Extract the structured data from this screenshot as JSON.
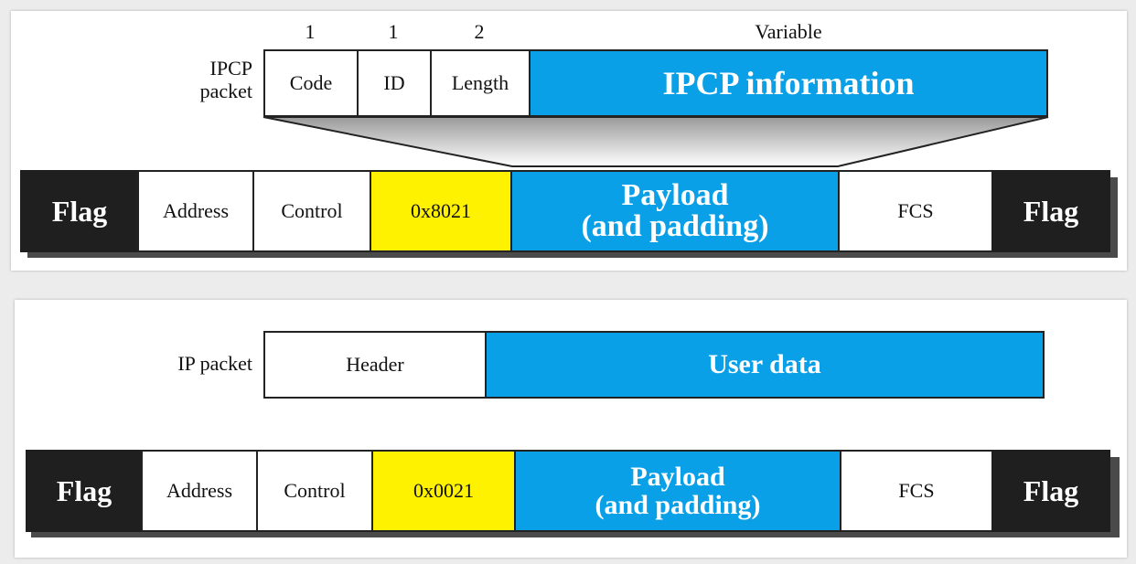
{
  "ipcp_frame": {
    "packet_label_line1": "IPCP",
    "packet_label_line2": "packet",
    "field_sizes": [
      "1",
      "1",
      "2",
      "Variable"
    ],
    "packet_fields": [
      "Code",
      "ID",
      "Length",
      "IPCP information"
    ],
    "frame_fields": {
      "flag_left": "Flag",
      "address": "Address",
      "control": "Control",
      "protocol": "0x8021",
      "payload_line1": "Payload",
      "payload_line2": "(and padding)",
      "fcs": "FCS",
      "flag_right": "Flag"
    }
  },
  "ip_frame": {
    "packet_label": "IP packet",
    "packet_fields": [
      "Header",
      "User data"
    ],
    "frame_fields": {
      "flag_left": "Flag",
      "address": "Address",
      "control": "Control",
      "protocol": "0x0021",
      "payload_line1": "Payload",
      "payload_line2": "(and padding)",
      "fcs": "FCS",
      "flag_right": "Flag"
    }
  },
  "colors": {
    "payload_blue": "#0aa0e8",
    "protocol_yellow": "#fff200",
    "flag_black": "#1f1f1f"
  }
}
